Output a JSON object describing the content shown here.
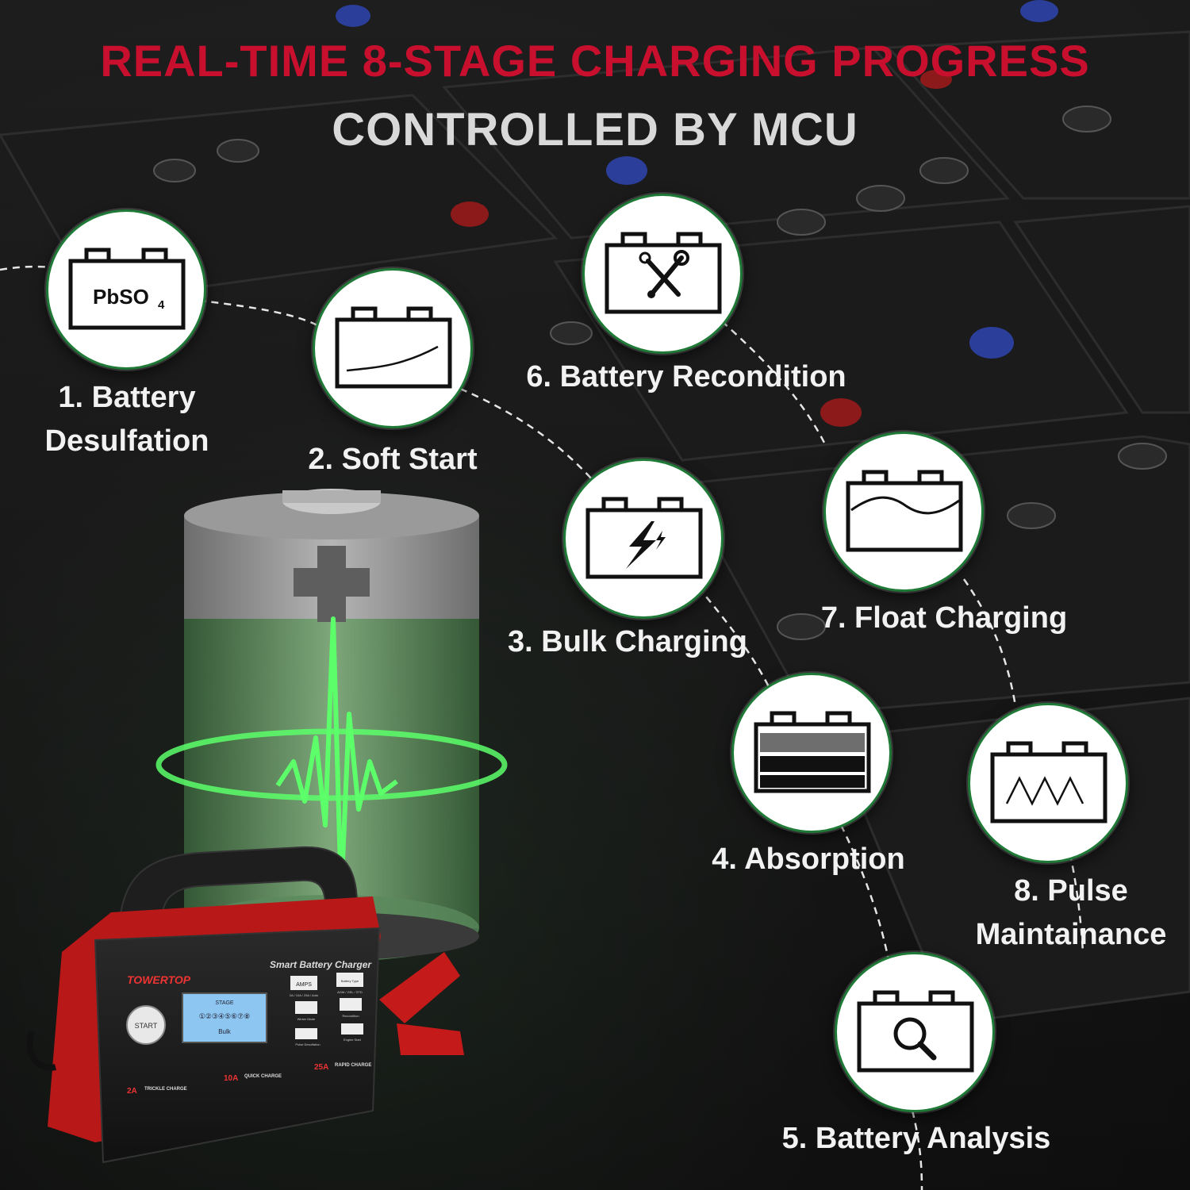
{
  "header": {
    "title": "REAL-TIME 8-STAGE CHARGING PROGRESS",
    "subtitle": "CONTROLLED BY MCU"
  },
  "stages": [
    {
      "label_line1": "1. Battery",
      "label_line2": "Desulfation",
      "icon": "battery-pbso4-icon",
      "icon_text": "PbSO",
      "icon_sub": "4"
    },
    {
      "label_line1": "2. Soft Start",
      "icon": "battery-soft-start-icon"
    },
    {
      "label_line1": "3. Bulk Charging",
      "icon": "battery-lightning-icon"
    },
    {
      "label_line1": "4. Absorption",
      "icon": "battery-absorption-icon"
    },
    {
      "label_line1": "5. Battery Analysis",
      "icon": "battery-magnifier-icon"
    },
    {
      "label_line1": "6. Battery Recondition",
      "icon": "battery-tools-icon"
    },
    {
      "label_line1": "7. Float Charging",
      "icon": "battery-wave-icon"
    },
    {
      "label_line1": "8. Pulse",
      "label_line2": "Maintainance",
      "icon": "battery-pulse-icon"
    }
  ],
  "charger": {
    "brand": "TOWERTOP",
    "model": "Smart Battery Charger",
    "start_button": "START",
    "display_stage": "STAGE",
    "display_digits": "①②③④⑤⑥⑦⑧",
    "display_mode": "Bulk",
    "btn_amps": "AMPS",
    "btn_amps_sub": "2A / 10A / 25A / Auto",
    "btn_battery_type": "Battery Type",
    "btn_battery_type_sub": "AGM / GEL / STD",
    "btn_winter": "Winter Mode",
    "btn_recondition": "Recondition",
    "btn_pulse": "Pulse Desulfation",
    "btn_engine": "Engine Start",
    "mode_2a": "2A",
    "mode_2a_text": "TRICKLE CHARGE",
    "mode_10a": "10A",
    "mode_10a_text": "QUICK CHARGE",
    "mode_25a": "25A",
    "mode_25a_text": "RAPID CHARGE"
  },
  "colors": {
    "title_red": "#c8102e",
    "title_grey": "#d9d9d9",
    "circle_border": "#1e7a36",
    "glow_green": "#5cff6a",
    "charger_red": "#c41a1a"
  }
}
